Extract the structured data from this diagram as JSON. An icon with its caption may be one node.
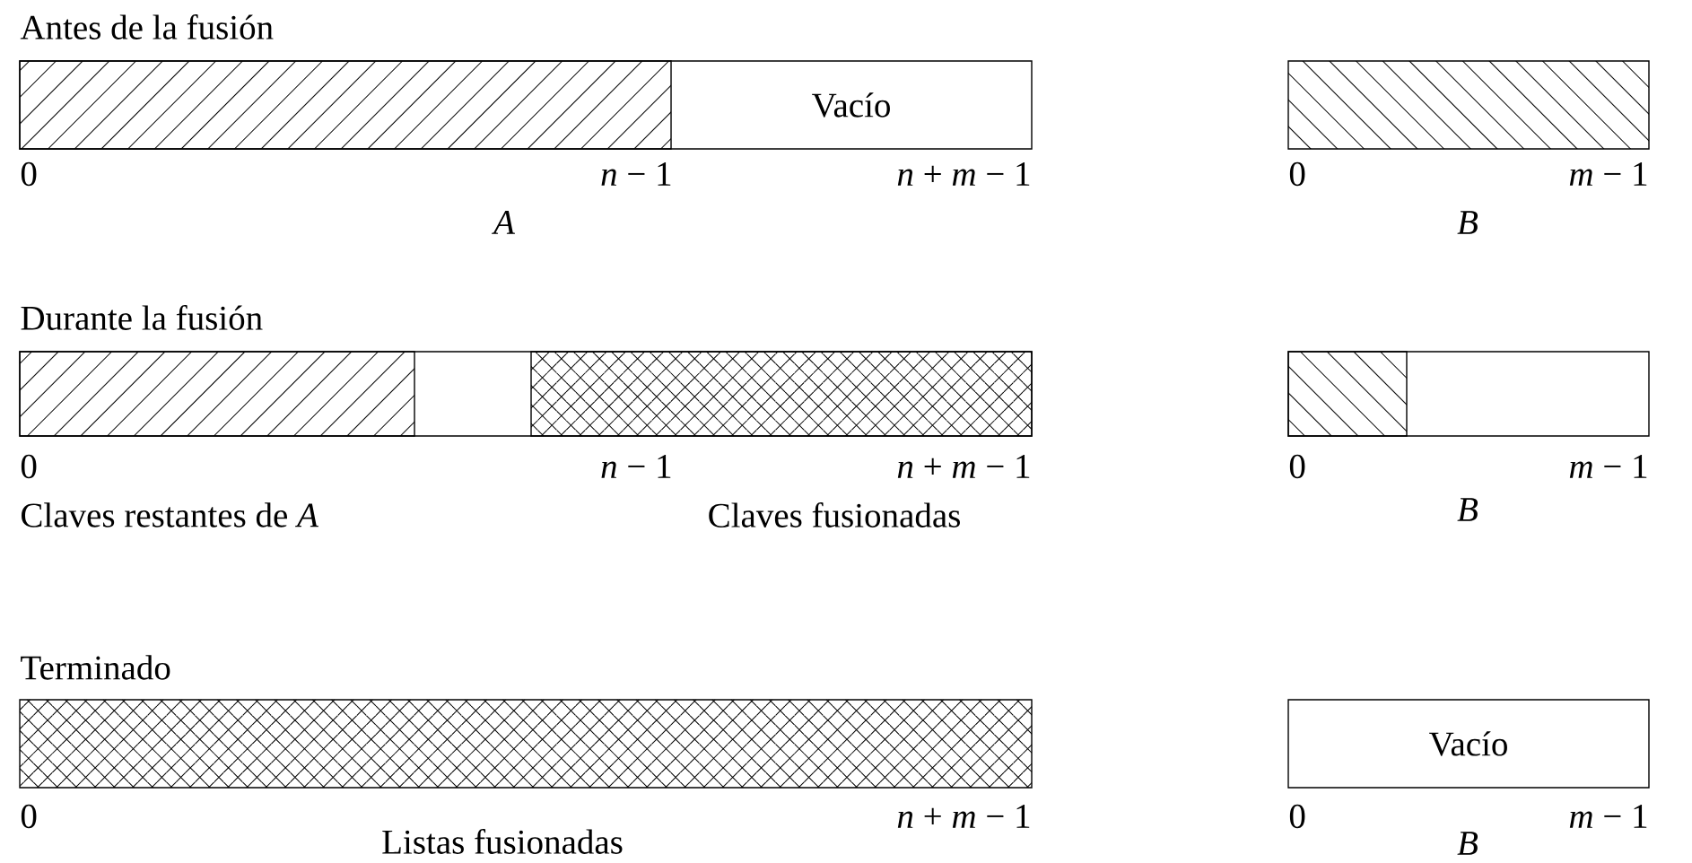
{
  "diagram": {
    "nodes": [
      {
        "text": [],
        "shape": "bar"
      },
      {
        "text": [],
        "shape": "bar",
        "in": 0
      },
      {
        "text": [
          "Vacío"
        ],
        "in": 0
      },
      {
        "text": [],
        "shape": "bar"
      },
      {
        "text": [],
        "shape": "bar"
      },
      {
        "text": [],
        "shape": "bar",
        "in": 4
      },
      {
        "text": [],
        "shape": "bar",
        "in": 4
      },
      {
        "text": [],
        "shape": "bar"
      },
      {
        "text": [],
        "shape": "bar",
        "in": 7
      },
      {
        "text": [],
        "shape": "bar"
      },
      {
        "text": [
          "Vacío"
        ]
      }
    ],
    "labels": [
      "Antes de la fusión",
      "0",
      "*n* − 1",
      "*n* + *m* − 1",
      "0",
      "*m* − 1",
      "A",
      "B",
      "Durante la fusión",
      "0",
      "*n* − 1",
      "*n* + *m* − 1",
      "0",
      "*m* − 1",
      "Claves restantes de *A*",
      "Claves fusionadas",
      "B",
      "Terminado",
      "0",
      "*n* + *m* − 1",
      "0",
      "*m* − 1",
      "Listas fusionadas",
      "B"
    ]
  }
}
